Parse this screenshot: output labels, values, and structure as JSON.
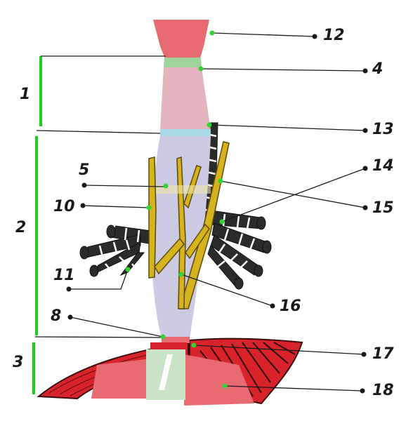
{
  "labels": {
    "n1": "1",
    "n2": "2",
    "n3": "3",
    "n4": "4",
    "n5": "5",
    "n8": "8",
    "n10": "10",
    "n11": "11",
    "n12": "12",
    "n13": "13",
    "n14": "14",
    "n15": "15",
    "n16": "16",
    "n17": "17",
    "n18": "18"
  },
  "colors": {
    "pharynx": "#e86b72",
    "cervical_esophagus": "#e3b4bd",
    "thoracic_esophagus": "#ccc9e2",
    "abdominal_esophagus": "#c9e3c6",
    "diaphragm": "#d8232a",
    "nerves": "#d6b21e",
    "bronchi": "#2b2b2b",
    "region_bracket": "#22cc22",
    "marker_dot": "#31d531",
    "sphincter_band": "#9fd49a",
    "junction_band": "#a8dbe7"
  }
}
